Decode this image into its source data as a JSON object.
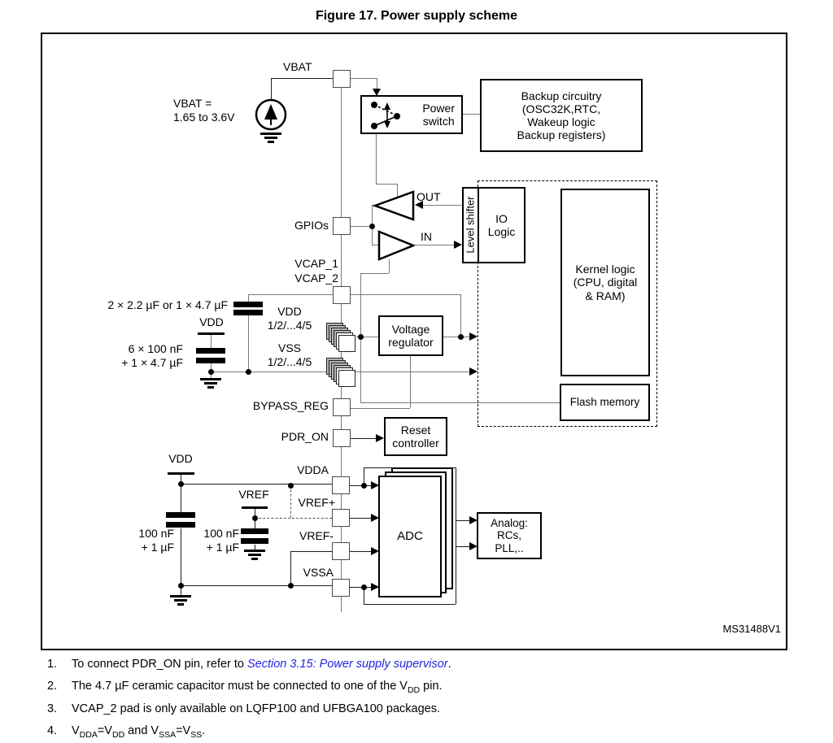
{
  "title": "Figure 17. Power supply scheme",
  "watermark": "MS31488V1",
  "colors": {
    "link_blue": "#2424dd",
    "wire_gray": "#7a7a7a",
    "ink": "#000000"
  },
  "diagram": {
    "source_label": "VBAT =\n1.65 to 3.6V",
    "pins": {
      "vbat": "VBAT",
      "gpios": "GPIOs",
      "vcap1": "VCAP_1",
      "vcap2": "VCAP_2",
      "bypass_reg": "BYPASS_REG",
      "pdr_on": "PDR_ON",
      "vdda": "VDDA",
      "vref_plus": "VREF+",
      "vref_minus": "VREF-",
      "vssa": "VSSA"
    },
    "signals": {
      "out": "OUT",
      "in": "IN"
    },
    "blocks": {
      "power_switch": "Power\nswitch",
      "backup": "Backup circuitry\n(OSC32K,RTC,\nWakeup logic\nBackup registers)",
      "level_shifter": "Level shifter",
      "io_logic": "IO\nLogic",
      "kernel": "Kernel logic\n(CPU, digital\n& RAM)",
      "flash": "Flash memory",
      "vreg": "Voltage\nregulator",
      "reset": "Reset\ncontroller",
      "adc": "ADC",
      "analog": "Analog:\nRCs,\nPLL,.."
    },
    "labels": {
      "vcap_caps": "2 × 2.2 µF or 1 × 4.7 µF",
      "vdd_rail_top": "VDD",
      "vdd_caps": "6 × 100 nF\n+ 1 × 4.7 µF",
      "vdd_pins": "VDD\n1/2/...4/5",
      "vss_pins": "VSS\n1/2/...4/5",
      "vdd_rail_bottom": "VDD",
      "vref_rail": "VREF",
      "cap_100nf_left": "100 nF\n+ 1 µF",
      "cap_100nf_right": "100 nF\n+ 1 µF"
    }
  },
  "notes": [
    {
      "number": "1.",
      "segments": [
        {
          "text": "To connect PDR_ON pin, refer to "
        },
        {
          "text": "Section 3.15: Power supply supervisor",
          "style": "link"
        },
        {
          "text": "."
        }
      ]
    },
    {
      "number": "2.",
      "segments": [
        {
          "text": "The 4.7 µF ceramic capacitor must be connected to one of the V"
        },
        {
          "text": "DD",
          "style": "sub"
        },
        {
          "text": " pin."
        }
      ]
    },
    {
      "number": "3.",
      "segments": [
        {
          "text": "VCAP_2 pad is only available on LQFP100 and UFBGA100 packages."
        }
      ]
    },
    {
      "number": "4.",
      "segments": [
        {
          "text": "V"
        },
        {
          "text": "DDA",
          "style": "sub"
        },
        {
          "text": "=V"
        },
        {
          "text": "DD",
          "style": "sub"
        },
        {
          "text": " and V"
        },
        {
          "text": "SSA",
          "style": "sub"
        },
        {
          "text": "=V"
        },
        {
          "text": "SS",
          "style": "sub"
        },
        {
          "text": "."
        }
      ]
    }
  ]
}
